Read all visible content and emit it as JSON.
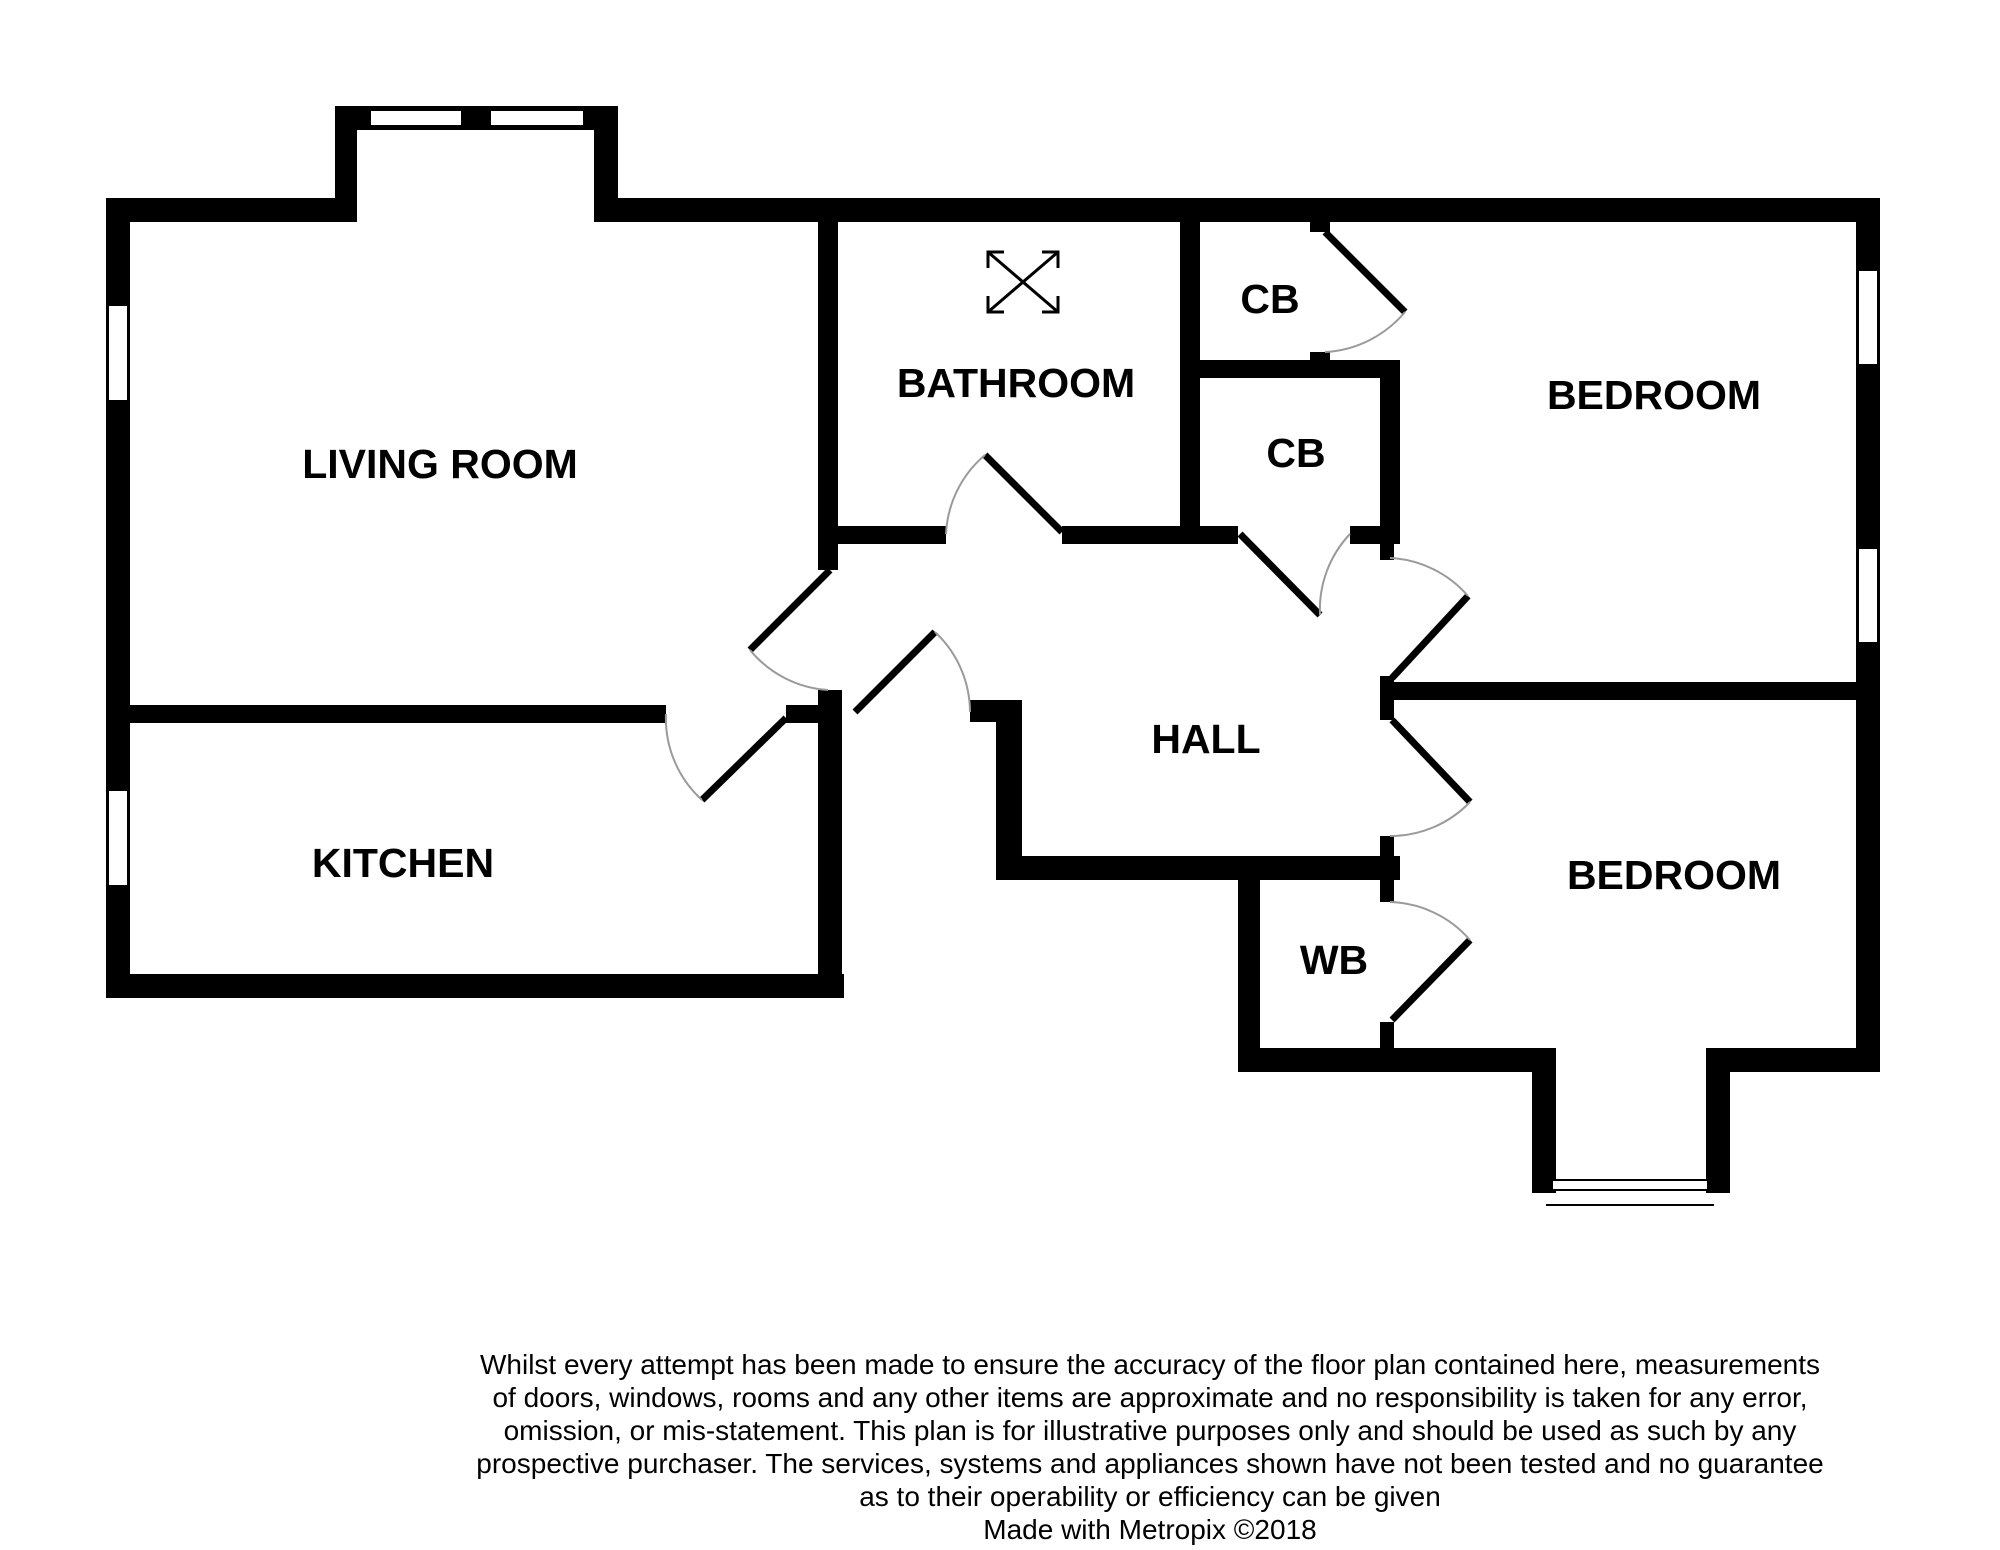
{
  "rooms": {
    "living_room": "LIVING ROOM",
    "kitchen": "KITCHEN",
    "bathroom": "BATHROOM",
    "cupboard_1": "CB",
    "cupboard_2": "CB",
    "bedroom_1": "BEDROOM",
    "bedroom_2": "BEDROOM",
    "hall": "HALL",
    "wardrobe": "WB"
  },
  "disclaimer": {
    "lines": [
      "Whilst every attempt has been made to ensure the accuracy of the floor plan contained here, measurements",
      "of doors, windows, rooms and any other items are approximate and no responsibility is taken for any error,",
      "omission, or mis-statement. This plan is for illustrative purposes only and should be used as such by any",
      "prospective purchaser. The services, systems and appliances shown have not been tested and no guarantee",
      "as to their operability or efficiency can be given"
    ],
    "credit": "Made with Metropix ©2018"
  },
  "colors": {
    "wall": "#000000",
    "background": "#ffffff",
    "door_arc": "#9a9a9a"
  }
}
